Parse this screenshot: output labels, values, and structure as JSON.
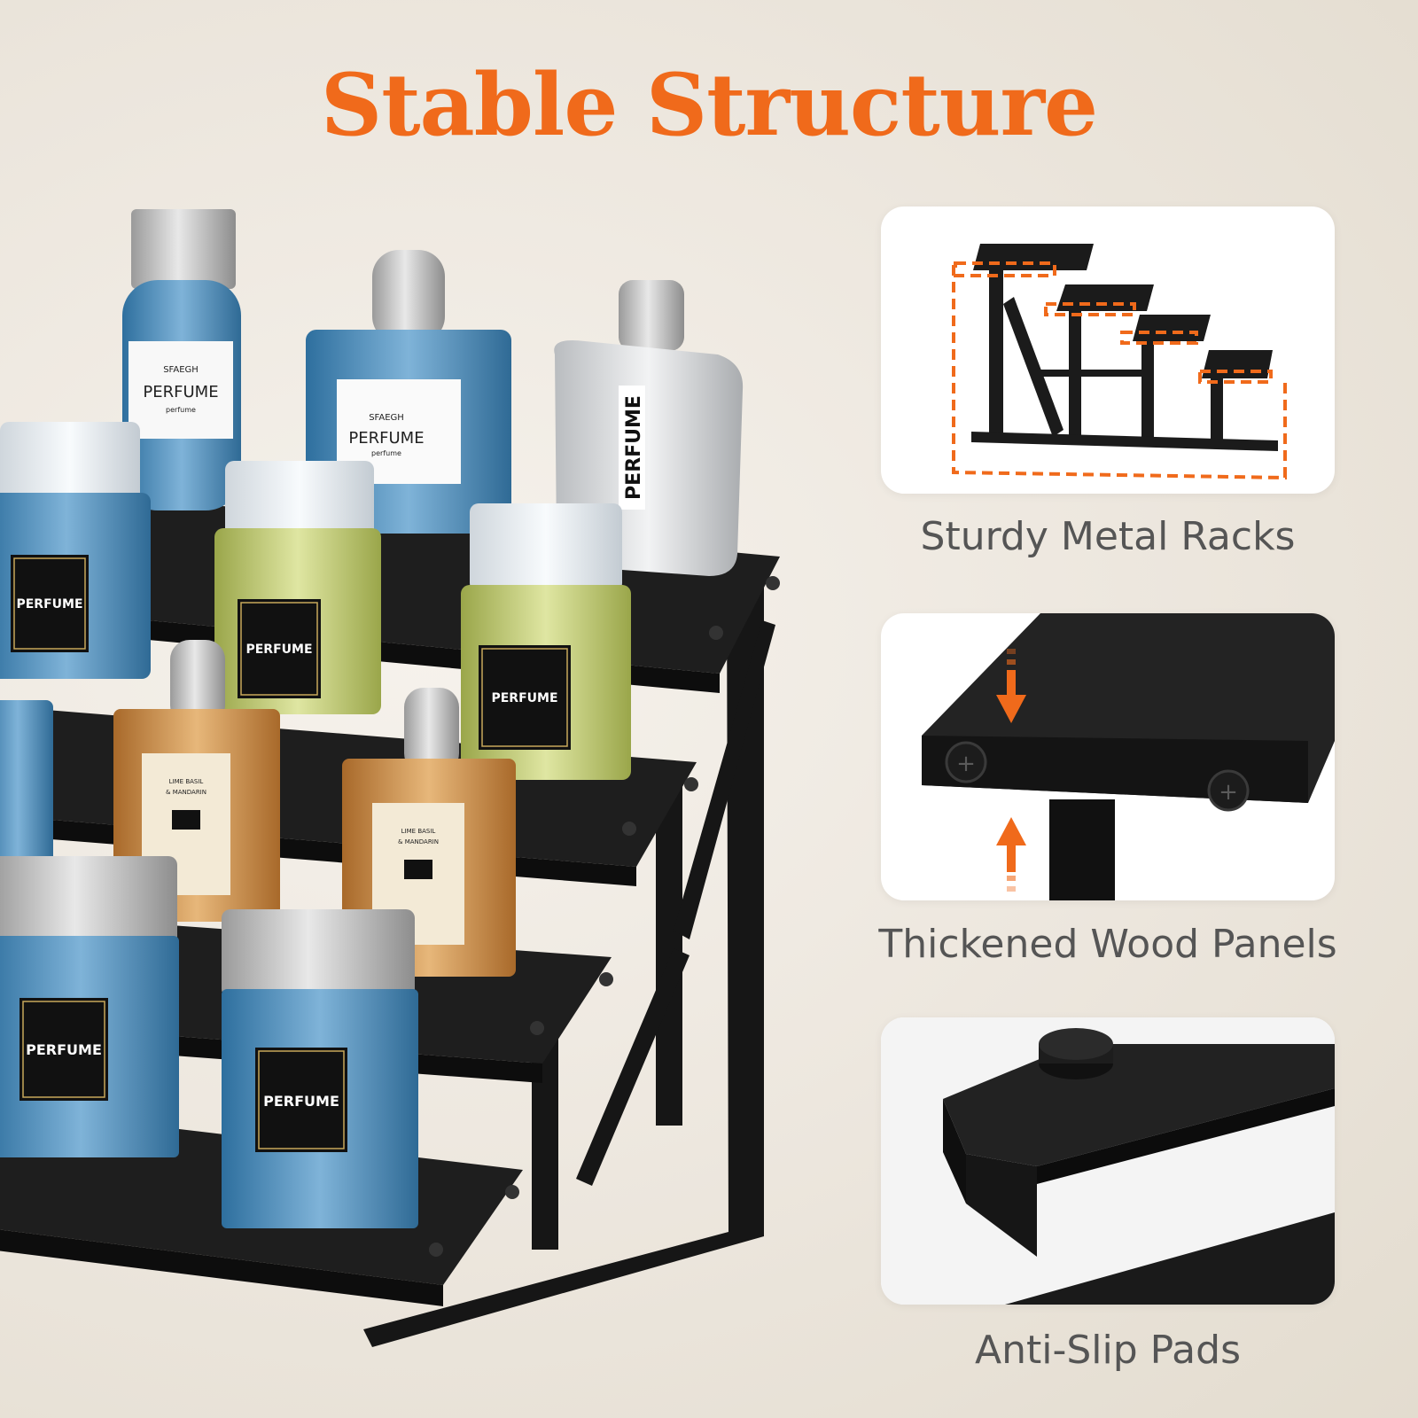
{
  "title": "Stable Structure",
  "accent_color": "#f06a1b",
  "features": [
    {
      "caption": "Sturdy Metal Racks",
      "icon": "stair-rack-outline-icon"
    },
    {
      "caption": "Thickened Wood Panels",
      "icon": "panel-thickness-icon"
    },
    {
      "caption": "Anti-Slip Pads",
      "icon": "anti-slip-pad-icon"
    }
  ],
  "bottle_labels": {
    "brand": "SFAEGH",
    "name": "PERFUME",
    "sub": "perfume",
    "candle_line1": "LIME BASIL",
    "candle_line2": "& MANDARIN"
  }
}
